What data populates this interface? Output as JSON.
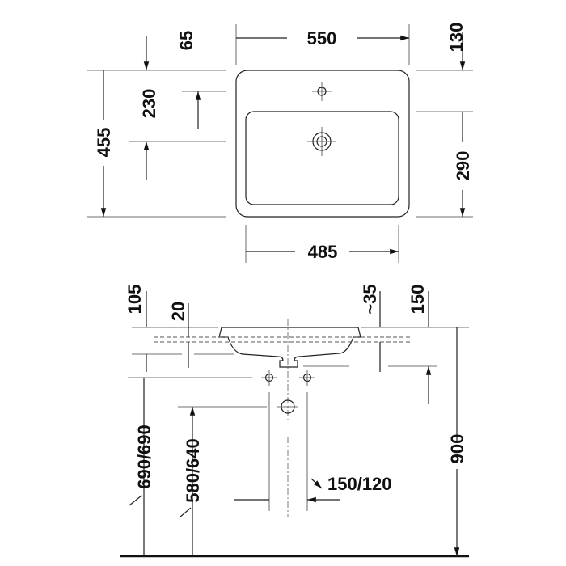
{
  "top_view": {
    "width": "550",
    "depth": "455",
    "tap_offset": "65",
    "drain_offset": "230",
    "bowl_offset": "130",
    "bowl_depth": "290",
    "bowl_width": "485"
  },
  "side_view": {
    "rim": "105",
    "inset": "20",
    "overlap": "~35",
    "drain_depth": "150",
    "height": "900",
    "supply_height": "690/690",
    "drain_height": "580/640",
    "supply_spacing": "150/120"
  },
  "colors": {
    "line": "#222222",
    "background": "#ffffff"
  }
}
